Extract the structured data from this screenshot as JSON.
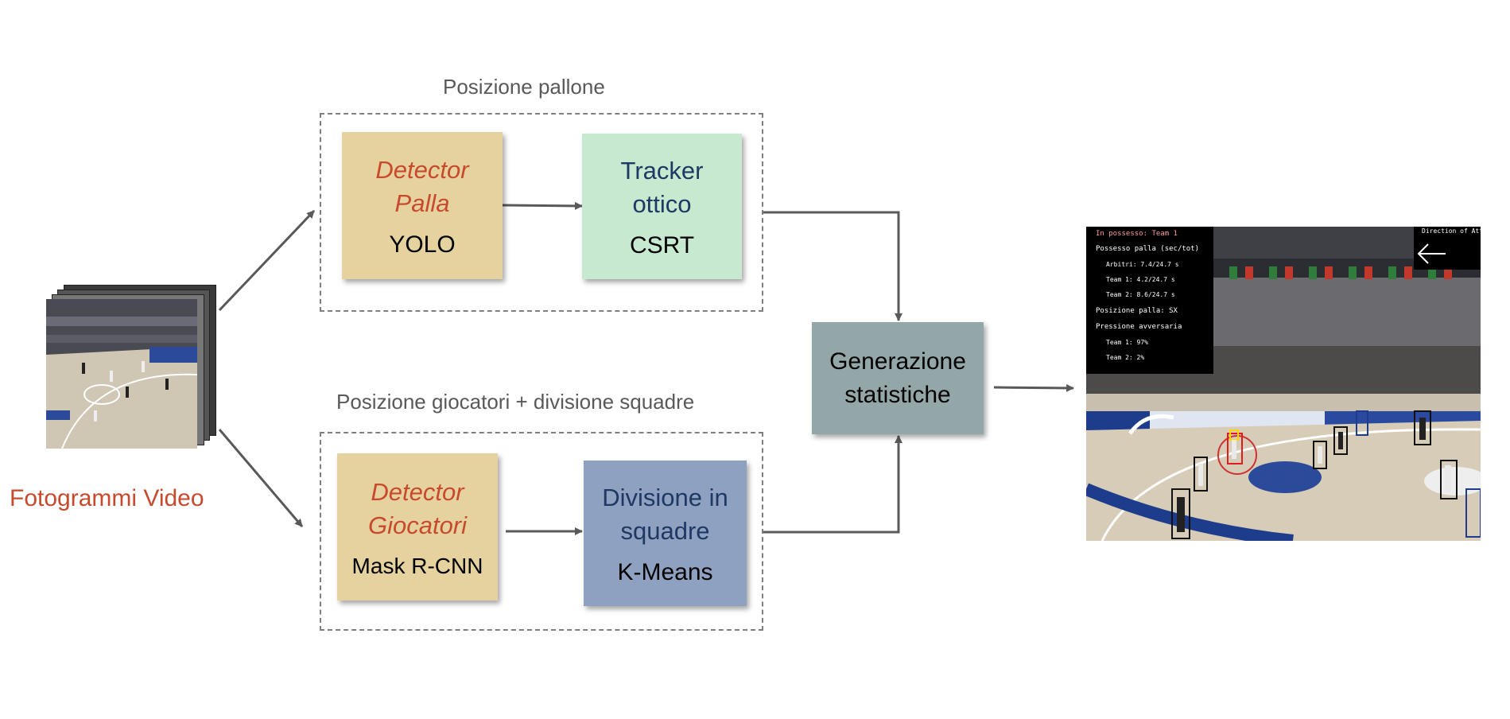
{
  "input_label": "Fotogrammi Video",
  "ball_group": {
    "title": "Posizione pallone",
    "detector": {
      "title": "Detector Palla",
      "sub": "YOLO"
    },
    "tracker": {
      "title": "Tracker ottico",
      "sub": "CSRT"
    }
  },
  "player_group": {
    "title": "Posizione giocatori + divisione squadre",
    "detector": {
      "title": "Detector Giocatori",
      "sub": "Mask R-CNN"
    },
    "division": {
      "title": "Divisione in squadre",
      "sub": "K-Means"
    }
  },
  "stats_box": {
    "title": "Generazione statistiche"
  },
  "output_overlay": {
    "possession": "In possesso: Team 1",
    "ball_possession_header": "Possesso palla (sec/tot)",
    "referees": "Arbitri: 7.4/24.7 s",
    "team1_time": "Team 1: 4.2/24.7 s",
    "team2_time": "Team 2: 8.6/24.7 s",
    "ball_position": "Posizione palla: SX",
    "pressure_header": "Pressione avversaria",
    "team1_pressure": "Team 1: 97%",
    "team2_pressure": "Team 2: 2%",
    "direction_label": "Direction of Attack"
  },
  "colors": {
    "detector_fill": "#e6d29f",
    "tracker_fill": "#c6e9cf",
    "division_fill": "#8ea1c1",
    "stats_fill": "#93a7a9",
    "arrow": "#595959",
    "accent_red": "#c84a2c"
  }
}
